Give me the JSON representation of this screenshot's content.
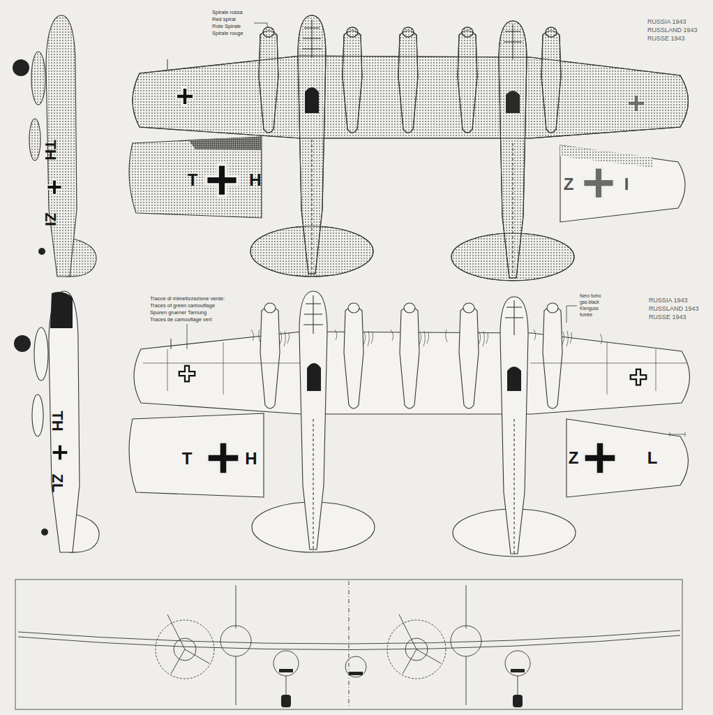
{
  "diagram": {
    "labels": [
      "Spirale rossa",
      "Red spiral",
      "Rote Spirale",
      "Spirale rouge",
      "RUSSIA 1943",
      "RUSSLAND 1943",
      "RUSSE 1943",
      "TH",
      "ZI",
      "T",
      "H",
      "Z",
      "I",
      "Tracce di mimetizzazione verde:",
      "Traces of green camouflage",
      "Spuren gruener Tarnung",
      "Traces de camouflage vert",
      "Nero fumo",
      "gas-black",
      "Kienguss",
      "fumée",
      "RUSSIA 1943",
      "RUSSLAND 1943",
      "RUSSE 1943",
      "TH",
      "ZL",
      "T",
      "H",
      "Z",
      "L"
    ]
  }
}
